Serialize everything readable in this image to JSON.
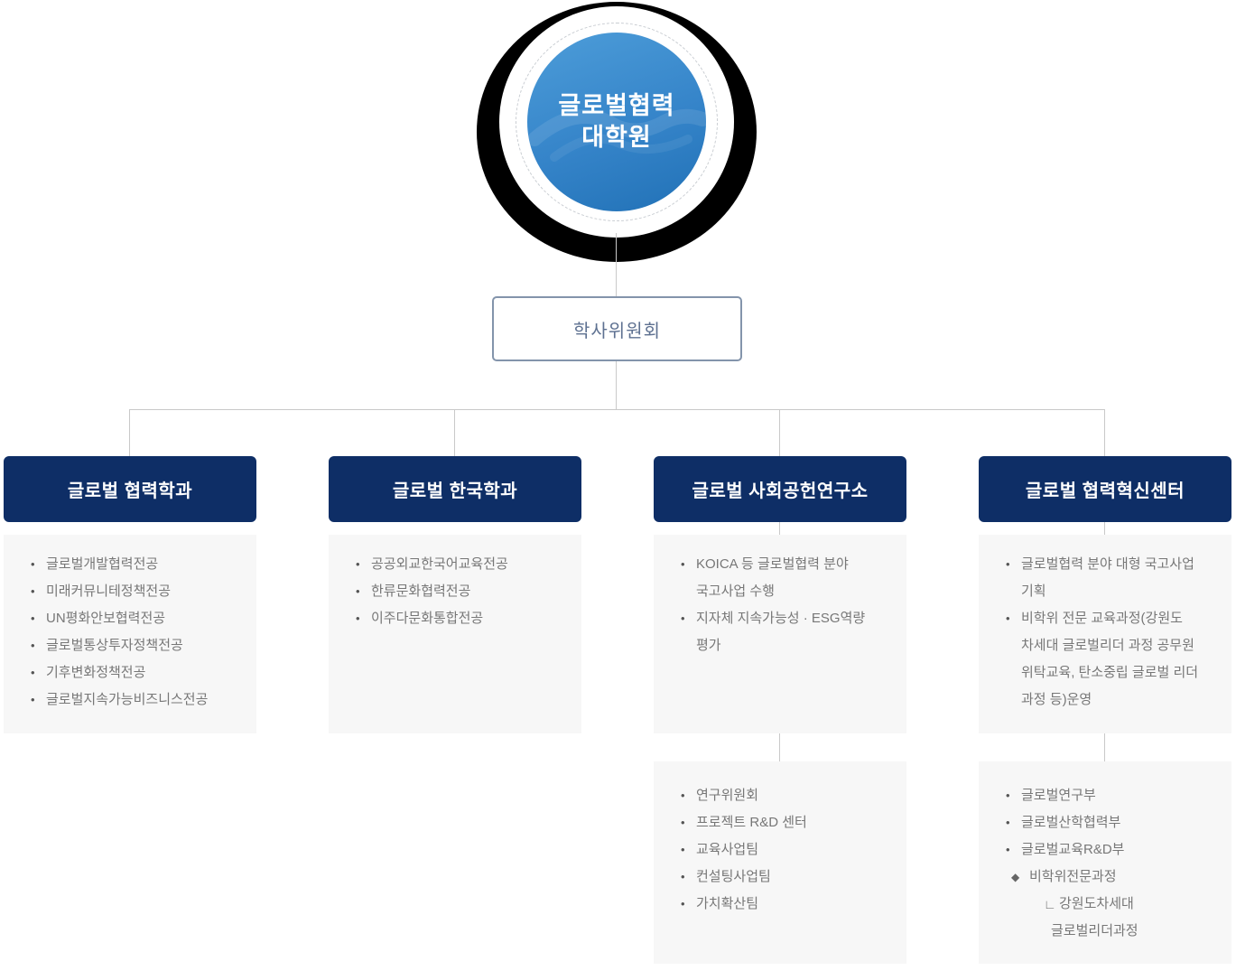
{
  "root_circle": {
    "title": "글로벌협력\n대학원"
  },
  "committee": {
    "label": "학사위원회"
  },
  "icons": {
    "dot": "•",
    "diamond": "◆",
    "corner": "∟",
    "emblem_swoosh": "wing-swoosh-watermark"
  },
  "colors": {
    "ring_black": "#000000",
    "circle_blue_light": "#4d9dd9",
    "circle_blue_dark": "#2171b6",
    "header_navy": "#0e2e66",
    "header_text": "#ffffff",
    "body_box_bg": "#f7f7f7",
    "item_text": "#777777",
    "bullet": "#555555",
    "connector_line": "#c9c9c9",
    "committee_border": "#8394ab",
    "committee_text": "#5e7191"
  },
  "departments": [
    {
      "header": "글로벌 협력학과",
      "box1": {
        "items": [
          {
            "text": "글로벌개발협력전공"
          },
          {
            "text": "미래커뮤니테정책전공"
          },
          {
            "text": "UN평화안보협력전공"
          },
          {
            "text": "글로벌통상투자정책전공"
          },
          {
            "text": "기후변화정책전공"
          },
          {
            "text": "글로벌지속가능비즈니스전공"
          }
        ]
      }
    },
    {
      "header": "글로벌 한국학과",
      "box1": {
        "items": [
          {
            "text": "공공외교한국어교육전공"
          },
          {
            "text": "한류문화협력전공"
          },
          {
            "text": "이주다문화통합전공"
          }
        ]
      }
    },
    {
      "header": "글로벌 사회공헌연구소",
      "box1": {
        "items": [
          {
            "text": "KOICA 등 글로벌협력 분야 국고사업 수행"
          },
          {
            "text": "지자체 지속가능성 · ESG역량 평가"
          }
        ]
      },
      "box2": {
        "items": [
          {
            "text": "연구위원회"
          },
          {
            "text": "프로젝트 R&D 센터"
          },
          {
            "text": "교육사업팀"
          },
          {
            "text": "컨설팅사업팀"
          },
          {
            "text": "가치확산팀"
          }
        ]
      }
    },
    {
      "header": "글로벌 협력혁신센터",
      "box1": {
        "items": [
          {
            "text": "글로벌협력 분야 대형 국고사업 기획"
          },
          {
            "text": "비학위 전문 교육과정(강원도 차세대 글로벌리더 과정 공무원 위탁교육, 탄소중립 글로벌 리더 과정 등)운영"
          }
        ]
      },
      "box2": {
        "items": [
          {
            "text": "글로벌연구부"
          },
          {
            "text": "글로벌산학협력부"
          },
          {
            "text": "글로벌교육R&D부"
          },
          {
            "text": "비학위전문과정"
          },
          {
            "text": "강원도차세대"
          },
          {
            "text": "글로벌리더과정"
          }
        ]
      }
    }
  ]
}
